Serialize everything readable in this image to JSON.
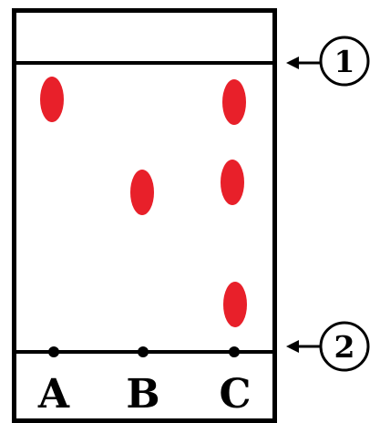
{
  "colors": {
    "spot": "#e8202a",
    "line": "#000000",
    "background": "#ffffff"
  },
  "lanes": [
    {
      "label": "A",
      "spot_count": 1
    },
    {
      "label": "B",
      "spot_count": 1
    },
    {
      "label": "C",
      "spot_count": 3
    }
  ],
  "markers": {
    "top": {
      "label": "1"
    },
    "bottom": {
      "label": "2"
    }
  }
}
